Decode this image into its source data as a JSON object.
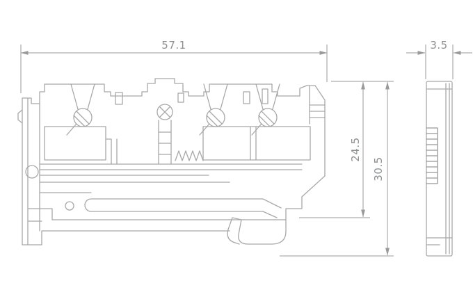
{
  "diagram": {
    "dimensions": {
      "width": "57.1",
      "thickness": "3.5",
      "height_upper": "24.5",
      "height_overall": "30.5"
    },
    "colors": {
      "line": "#a8a8a8",
      "dimension_line": "#9a9a9a",
      "dimension_text": "#8a8f92",
      "background": "#ffffff"
    }
  }
}
